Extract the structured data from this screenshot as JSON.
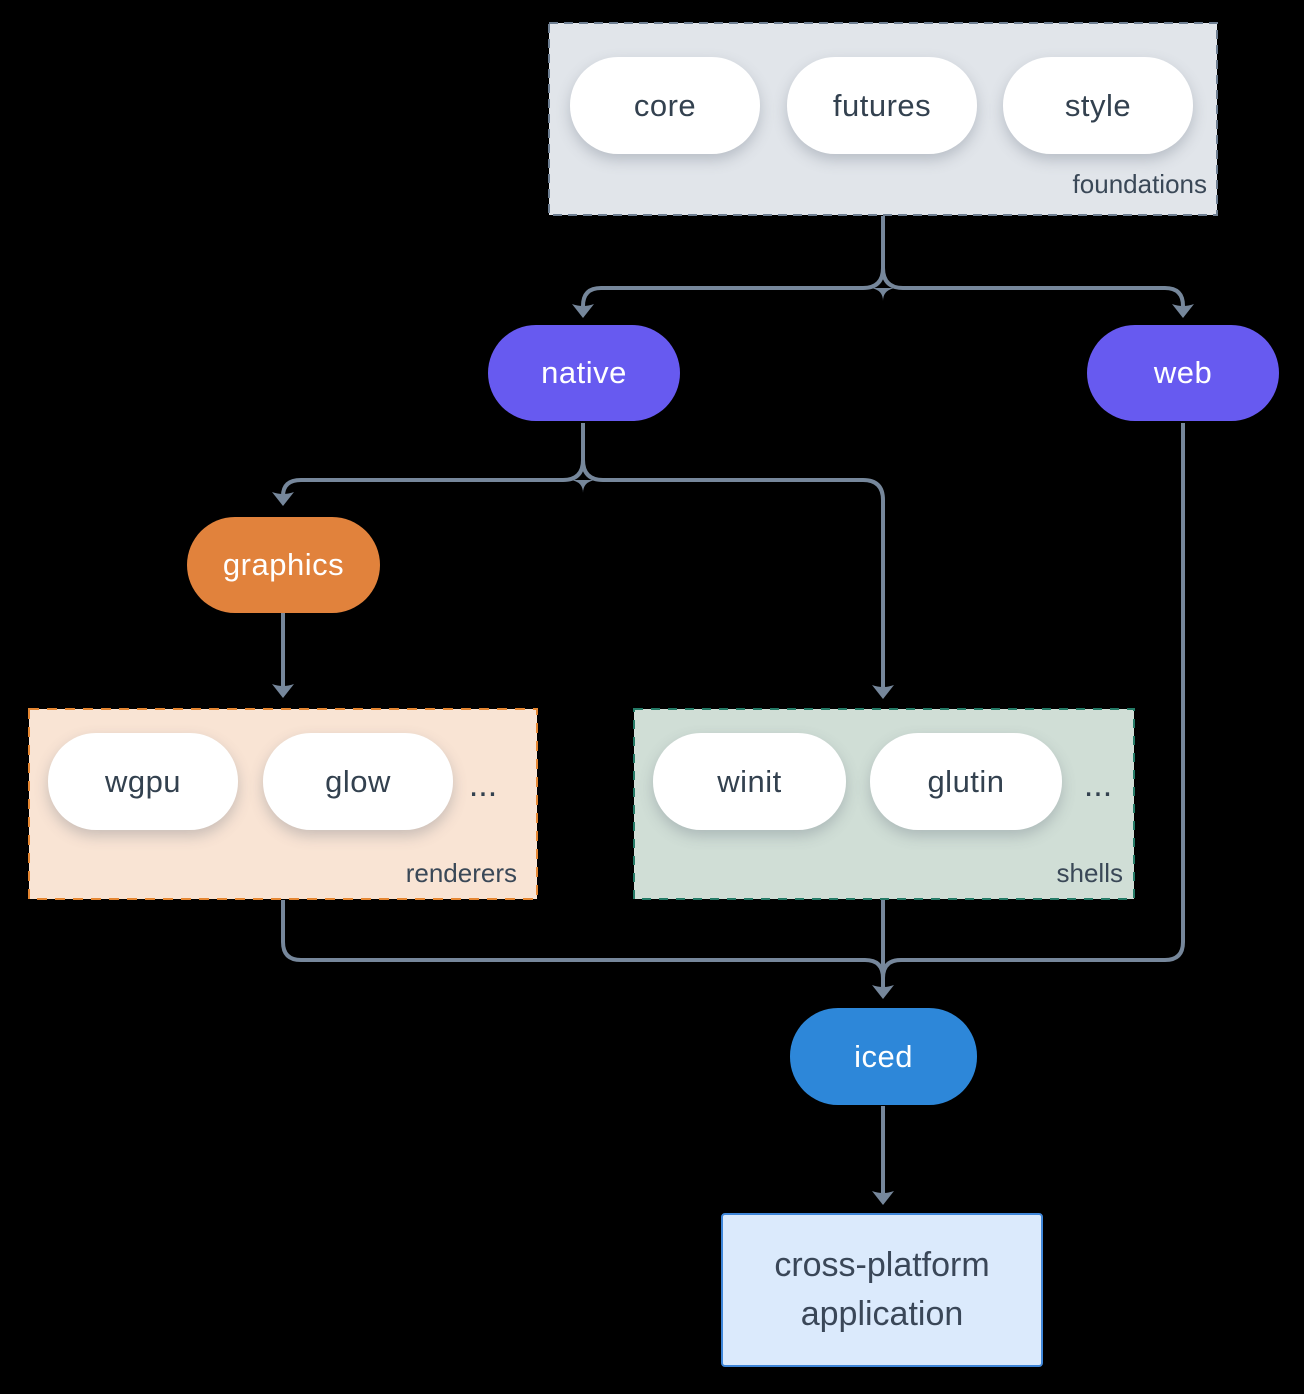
{
  "groups": {
    "foundations": {
      "label": "foundations",
      "items": [
        "core",
        "futures",
        "style"
      ]
    },
    "renderers": {
      "label": "renderers",
      "items": [
        "wgpu",
        "glow"
      ],
      "more": "..."
    },
    "shells": {
      "label": "shells",
      "items": [
        "winit",
        "glutin"
      ],
      "more": "..."
    }
  },
  "nodes": {
    "native": "native",
    "web": "web",
    "graphics": "graphics",
    "iced": "iced",
    "app": "cross-platform application"
  },
  "colors": {
    "background": "#000000",
    "connector": "#76879b",
    "node_purple": "#675af0",
    "node_orange": "#e1823c",
    "node_blue": "#2d87d9",
    "pill_fill": "#ffffff",
    "pill_text": "#33414f",
    "foundations_fill": "#e1e5ea",
    "foundations_border": "#6e7e91",
    "renderers_fill": "#f9e4d4",
    "renderers_border": "#e58733",
    "shells_fill": "#d0ded6",
    "shells_border": "#257b67",
    "app_fill": "#dbeafc",
    "app_border": "#3f86d8"
  }
}
